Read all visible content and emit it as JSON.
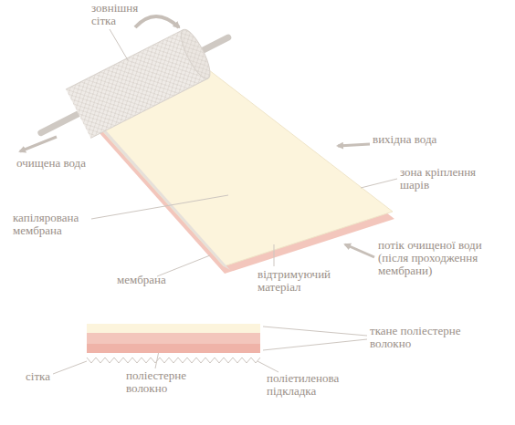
{
  "diagram": {
    "labels": [
      "зовнішня сітка",
      "вихідна вода",
      "очищена вода",
      "зона кріплення шарів",
      "капілярована мембрана",
      "мембрана",
      "відтримуючий матеріал",
      "потік очищеної води (після проходження мембрани)",
      "ткане поліестерне волокно",
      "сітка",
      "поліестерне волокно",
      "поліетиленова підкладка"
    ]
  }
}
